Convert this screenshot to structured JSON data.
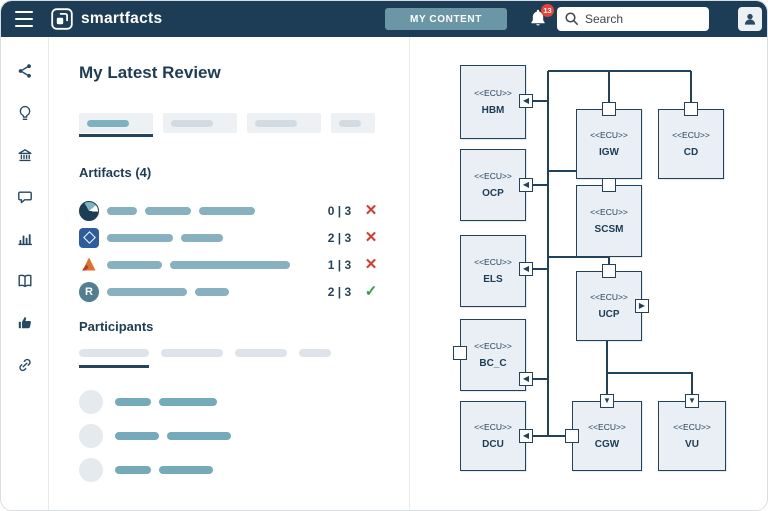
{
  "topbar": {
    "brand": "smartfacts",
    "my_content_button": "MY CONTENT",
    "notification_count": "13",
    "search_placeholder": "Search"
  },
  "sidebar": {
    "icons": [
      "share-icon",
      "lightbulb-icon",
      "bank-icon",
      "comment-icon",
      "bar-chart-icon",
      "book-icon",
      "thumbs-up-icon",
      "link-icon"
    ]
  },
  "review": {
    "title": "My Latest Review",
    "artifacts_heading": "Artifacts (4)",
    "artifact_rows": [
      {
        "icon": "sphere-logo-icon",
        "count": "0 | 3",
        "status_icon": "✕",
        "status": "fail"
      },
      {
        "icon": "diagram-app-icon",
        "count": "2 | 3",
        "status_icon": "✕",
        "status": "fail"
      },
      {
        "icon": "matlab-icon",
        "count": "1 | 3",
        "status_icon": "✕",
        "status": "fail"
      },
      {
        "icon": "r-logo-icon",
        "letter": "R",
        "count": "2 | 3",
        "status_icon": "✓",
        "status": "pass"
      }
    ],
    "participants_heading": "Participants"
  },
  "icons": {
    "arrow_left": "◀",
    "arrow_right": "▶",
    "arrow_down": "▼"
  },
  "diagram": {
    "boxes": [
      {
        "stereotype": "<<ECU>>",
        "name": "HBM"
      },
      {
        "stereotype": "<<ECU>>",
        "name": "OCP"
      },
      {
        "stereotype": "<<ECU>>",
        "name": "ELS"
      },
      {
        "stereotype": "<<ECU>>",
        "name": "BC_C"
      },
      {
        "stereotype": "<<ECU>>",
        "name": "DCU"
      },
      {
        "stereotype": "<<ECU>>",
        "name": "IGW"
      },
      {
        "stereotype": "<<ECU>>",
        "name": "CD"
      },
      {
        "stereotype": "<<ECU>>",
        "name": "SCSM"
      },
      {
        "stereotype": "<<ECU>>",
        "name": "UCP"
      },
      {
        "stereotype": "<<ECU>>",
        "name": "CGW"
      },
      {
        "stereotype": "<<ECU>>",
        "name": "VU"
      }
    ]
  },
  "colors": {
    "navy": "#1d3c55",
    "teal_button": "#6b96a5",
    "badge_red": "#e8423a",
    "bar_teal": "#74aaba",
    "bar_gray": "#d5dde3",
    "fail_red": "#d63a2e",
    "pass_green": "#2f9e44",
    "box_fill": "#e9eff5"
  }
}
